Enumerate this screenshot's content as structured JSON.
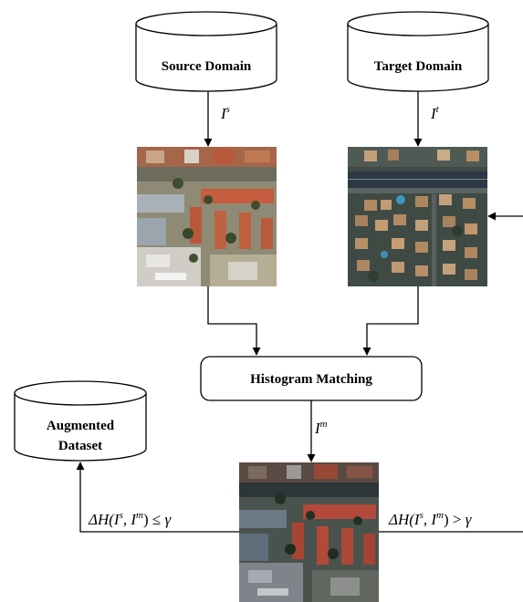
{
  "nodes": {
    "source_domain": "Source Domain",
    "target_domain": "Target Domain",
    "histogram_matching": "Histogram Matching",
    "augmented_dataset_line1": "Augmented",
    "augmented_dataset_line2": "Dataset"
  },
  "edge_labels": {
    "source_image": {
      "base": "I",
      "sup": "s"
    },
    "target_image": {
      "base": "I",
      "sup": "t"
    },
    "matched_image": {
      "base": "I",
      "sup": "m"
    },
    "condition_leq": "ΔH(Iˢ, Iᵐ) ≤ γ",
    "condition_gt": "ΔH(Iˢ, Iᵐ) > γ"
  },
  "images": {
    "source": "aerial-image-source",
    "target": "aerial-image-target",
    "matched": "aerial-image-matched"
  },
  "colors": {
    "line": "#000000",
    "background": "#ffffff"
  }
}
